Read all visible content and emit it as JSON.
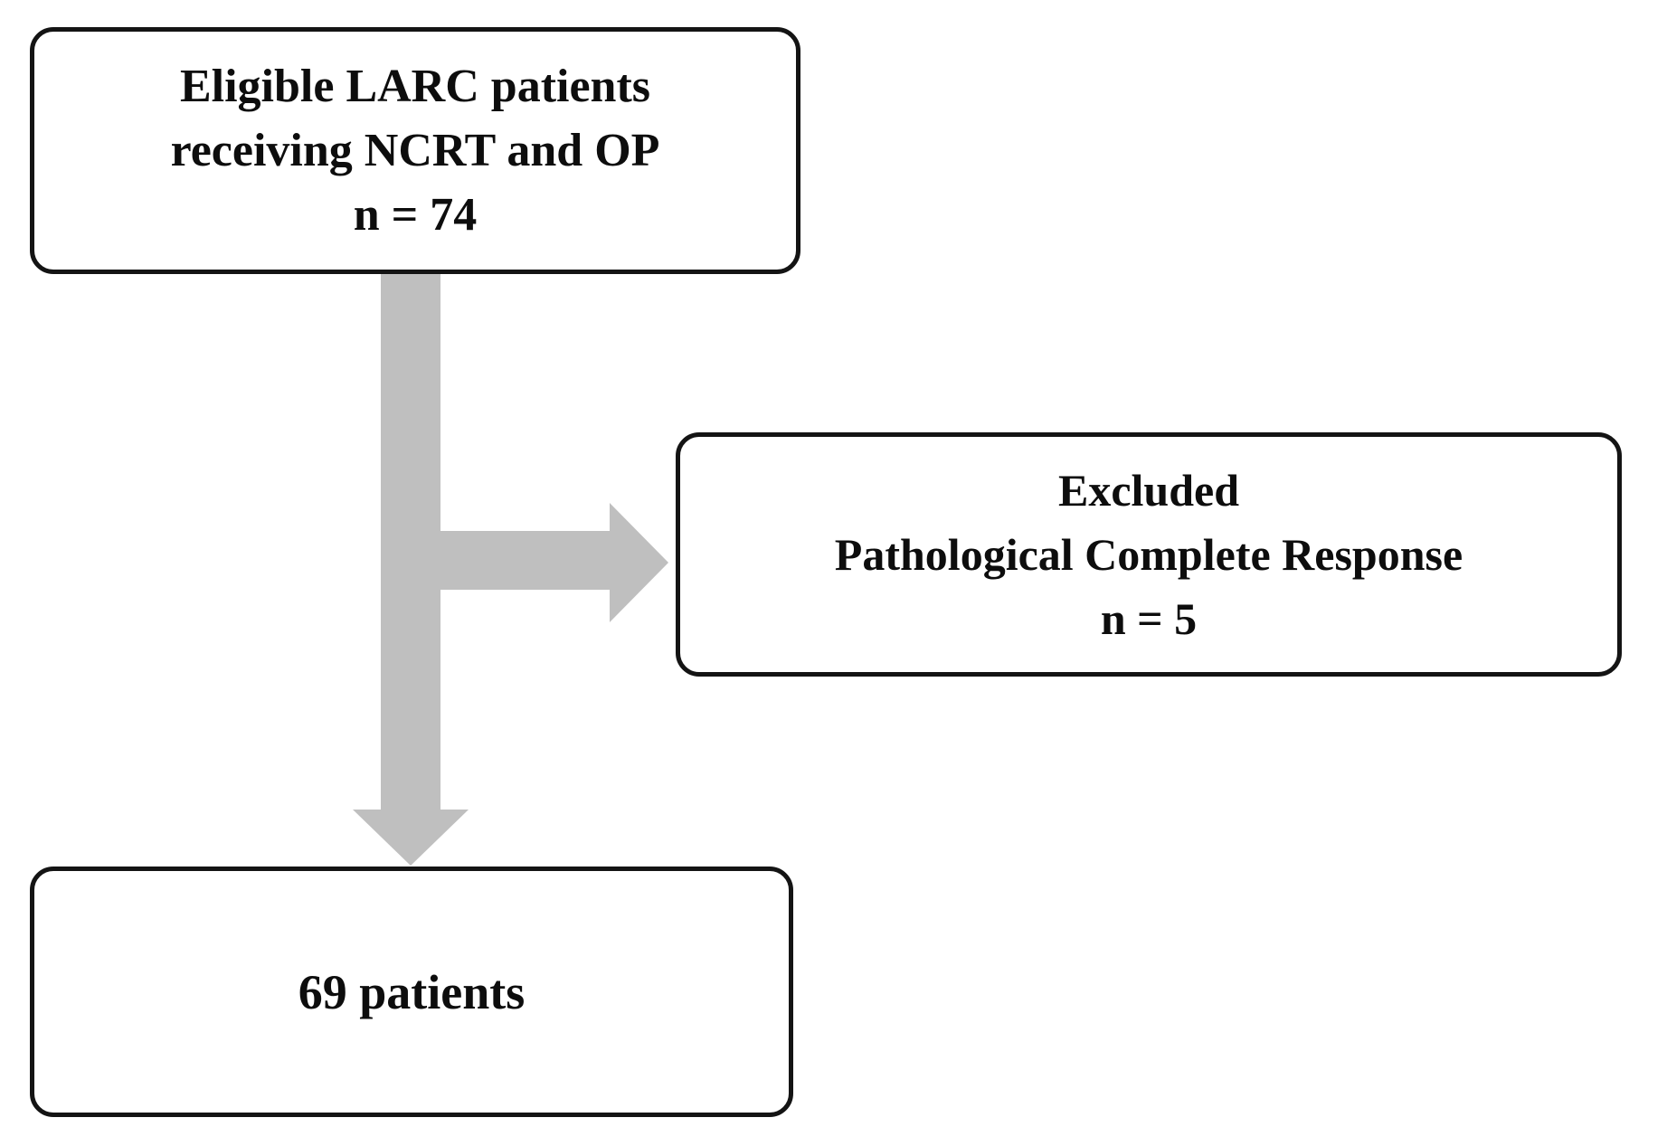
{
  "figure": {
    "type": "flow-diagram",
    "background_color": "#ffffff",
    "arrow_color": "#bfbfbf",
    "box_border_color": "#141414",
    "text_color": "#0d0d0d",
    "nodes": {
      "eligible": {
        "lines": {
          "l1": "Eligible LARC patients",
          "l2": "receiving NCRT and OP",
          "l3": "n = 74"
        }
      },
      "excluded": {
        "lines": {
          "l1": "Excluded",
          "l2": "Pathological Complete Response",
          "l3": "n = 5"
        }
      },
      "final": {
        "lines": {
          "l1": "69 patients"
        }
      }
    },
    "arrows": {
      "down_arrow": "eligible-to-final",
      "branch_arrow": "eligible-to-excluded"
    }
  }
}
